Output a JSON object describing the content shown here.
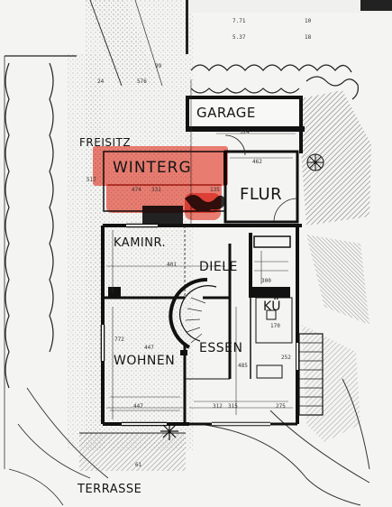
{
  "labels": {
    "garage": "GARAGE",
    "freisitz": "FREISITZ",
    "winterg": "WINTERG",
    "flur": "FLUR",
    "kaminr": "KAMINR.",
    "diele": "DIELE",
    "ku": "KÜ",
    "essen": "ESSEN",
    "wohnen": "WOHNEN",
    "terrasse": "TERRASSE"
  },
  "dims": {
    "top1": "7.71",
    "top2": "5.37",
    "top3": "10",
    "top4": "18",
    "garage_w": "324",
    "flur_w": "462",
    "kamin_w": "401",
    "diele_w": "300",
    "wohn_w": "447",
    "wohn_w2": "447",
    "wohn_h": "772",
    "essen_w": "312",
    "ku_w": "252",
    "side1": "517",
    "side2": "135",
    "win_w": "474",
    "win_h": "331",
    "bot1": "315",
    "bot2": "275",
    "ess_h": "485",
    "ku_h": "170",
    "misc1": "576",
    "misc2": "24",
    "misc3": "99",
    "misc4": "61"
  },
  "colors": {
    "highlight": "#f05f50",
    "wall": "#111111",
    "paper": "#f4f4f2",
    "hatch": "#6f6f6f"
  }
}
